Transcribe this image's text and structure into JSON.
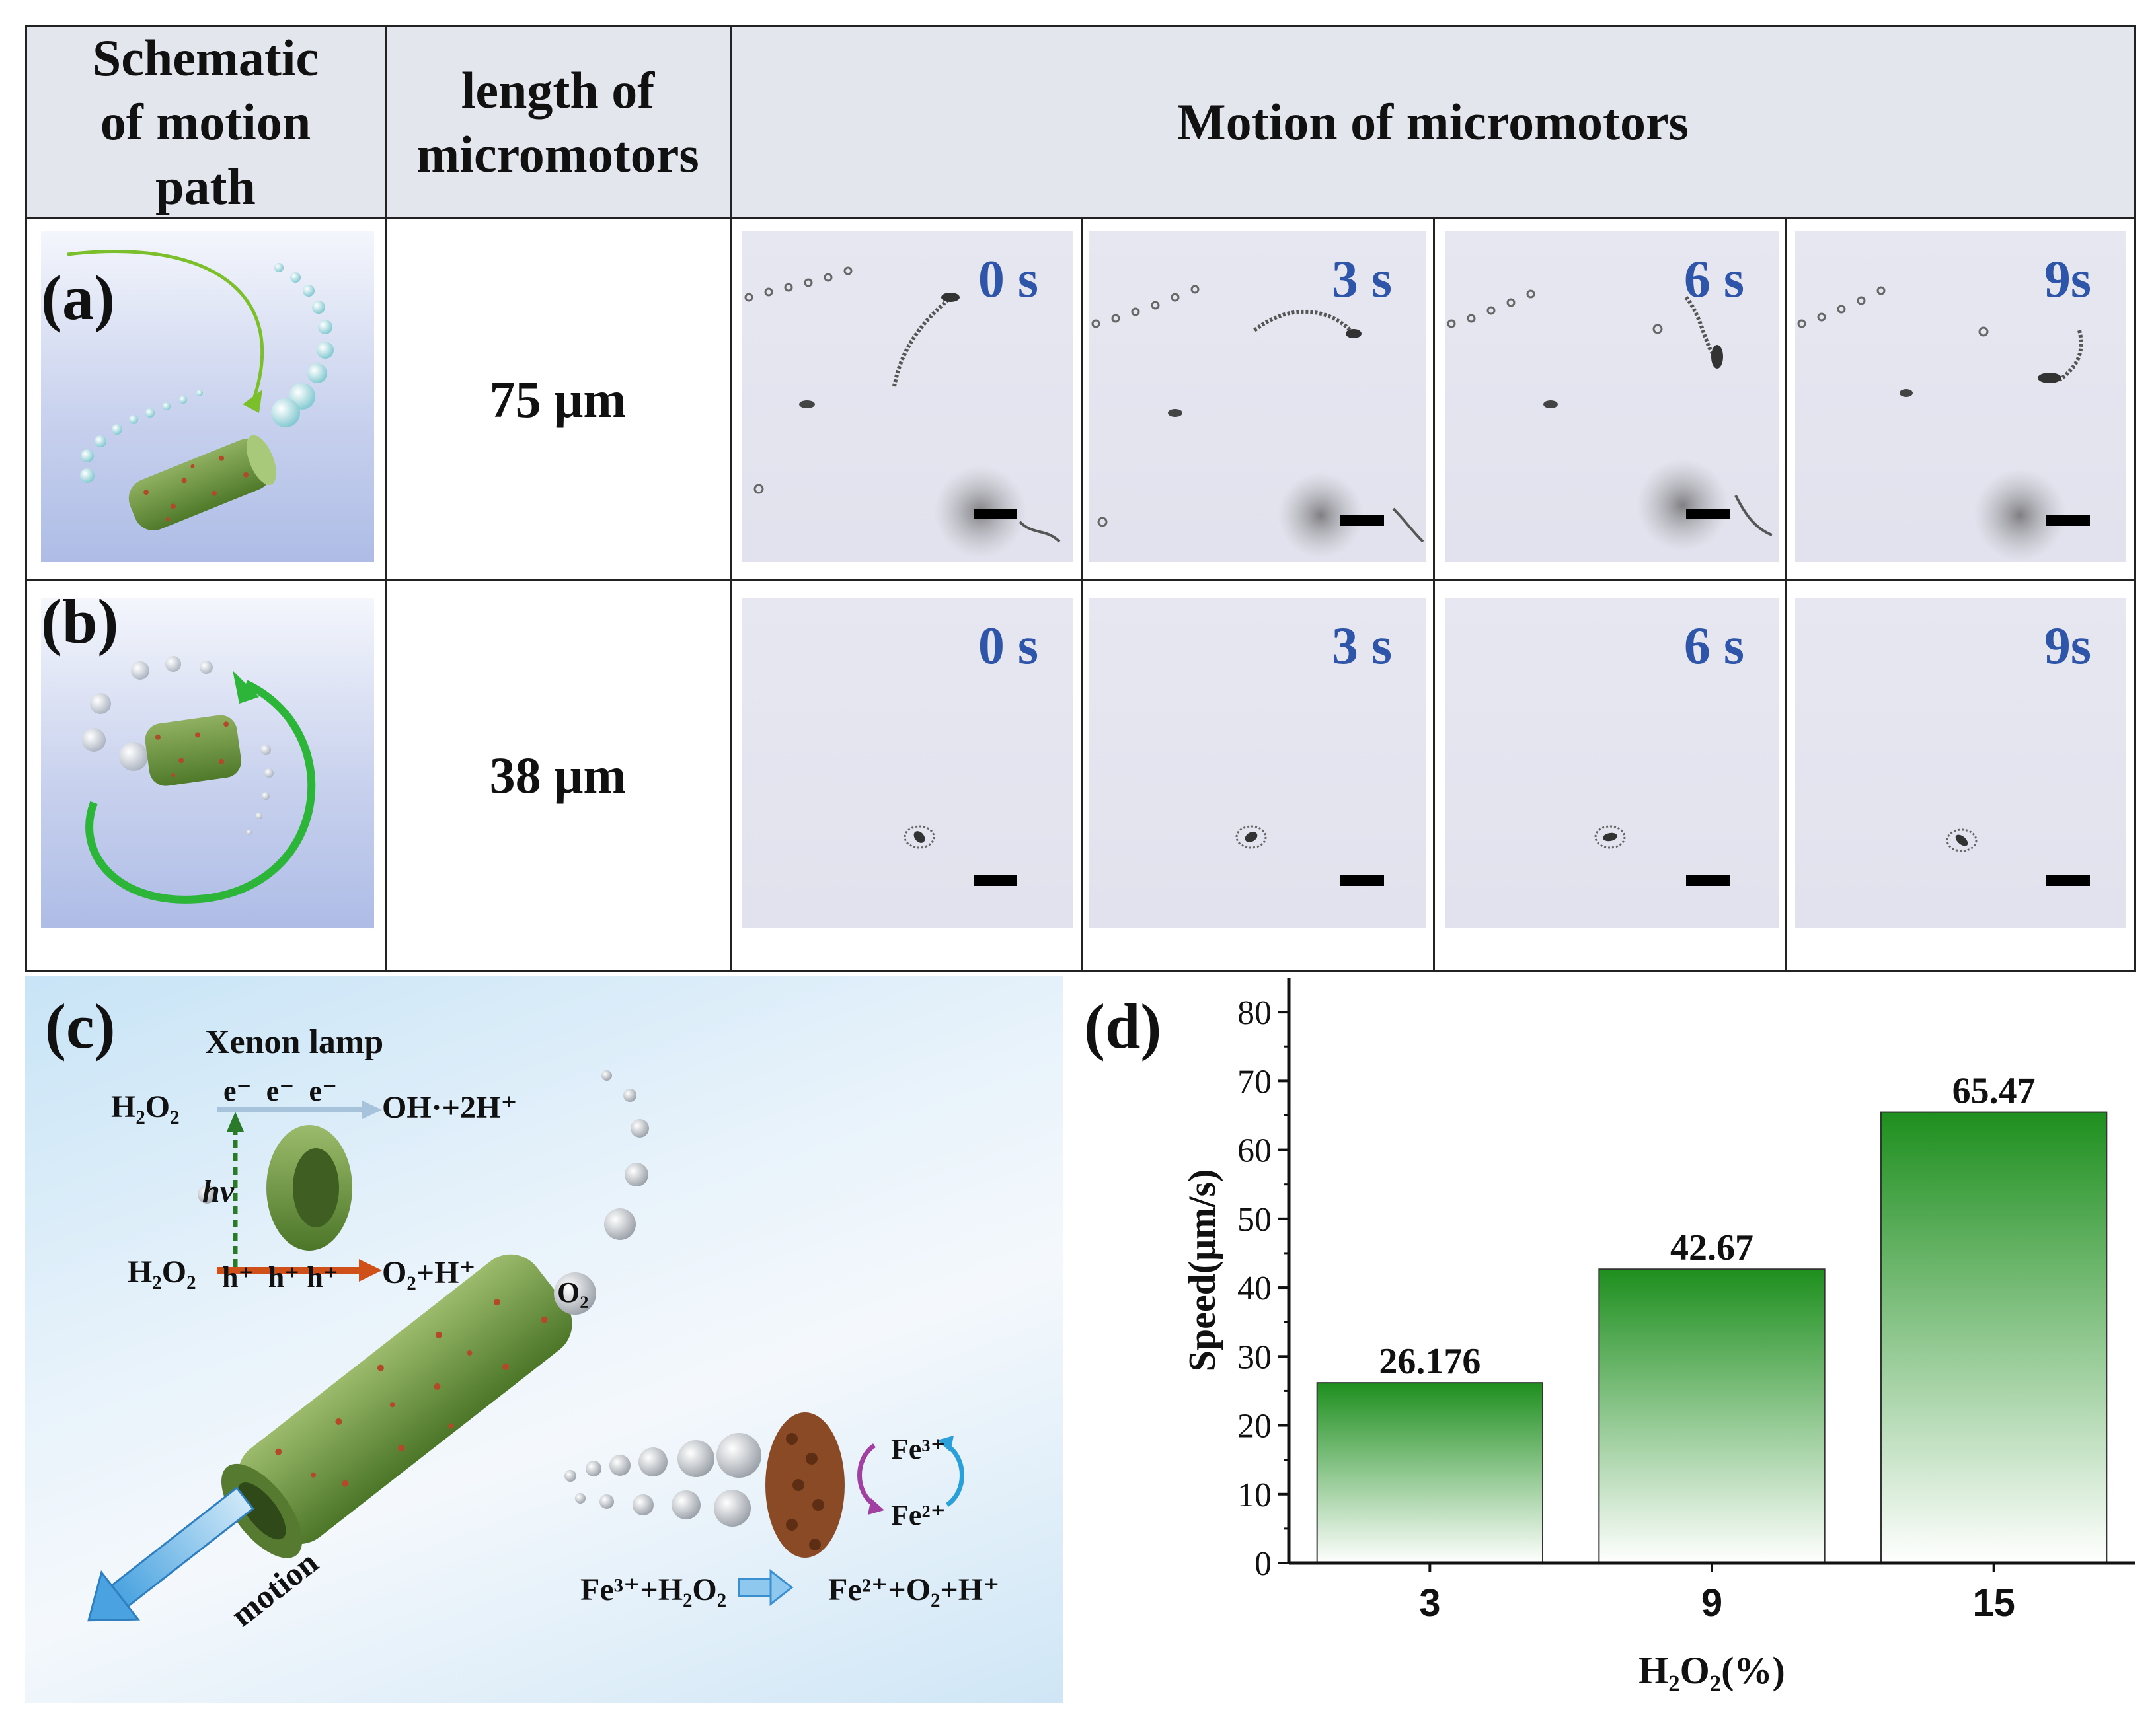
{
  "table": {
    "header": {
      "col1": "Schematic of motion path",
      "col2": "length of micromotors",
      "col3": "Motion of micromotors"
    },
    "rows": [
      {
        "label": "(a)",
        "length": "75 μm",
        "times": [
          "0 s",
          "3 s",
          "6 s",
          "9s"
        ]
      },
      {
        "label": "(b)",
        "length": "38 μm",
        "times": [
          "0 s",
          "3 s",
          "6 s",
          "9s"
        ]
      }
    ]
  },
  "panel_c": {
    "label": "(c)",
    "lamp": "Xenon lamp",
    "h2o2_top": "H₂O₂",
    "electrons": "e⁻  e⁻  e⁻",
    "oh_product": "OH·+2H⁺",
    "hv": "hv",
    "h2o2_bottom": "H₂O₂",
    "holes": "h⁺  h⁺ h⁺",
    "o2_product": "O₂+H⁺",
    "o2_bubble": "O₂",
    "fe3": "Fe³⁺",
    "fe2": "Fe²⁺",
    "reaction_left": "Fe³⁺+H₂O₂",
    "reaction_right": "Fe²⁺+O₂+H⁺",
    "motion": "motion"
  },
  "panel_d": {
    "label": "(d)"
  },
  "chart_data": {
    "type": "bar",
    "categories": [
      "3",
      "9",
      "15"
    ],
    "values": [
      26.176,
      42.67,
      65.47
    ],
    "data_labels": [
      "26.176",
      "42.67",
      "65.47"
    ],
    "xlabel": "H₂O₂(%)",
    "ylabel": "Speed(μm/s)",
    "ylim": [
      0,
      85
    ],
    "yticks": [
      0,
      10,
      20,
      30,
      40,
      50,
      60,
      70,
      80
    ],
    "bar_color": "#1e8f1e",
    "grid": false
  }
}
